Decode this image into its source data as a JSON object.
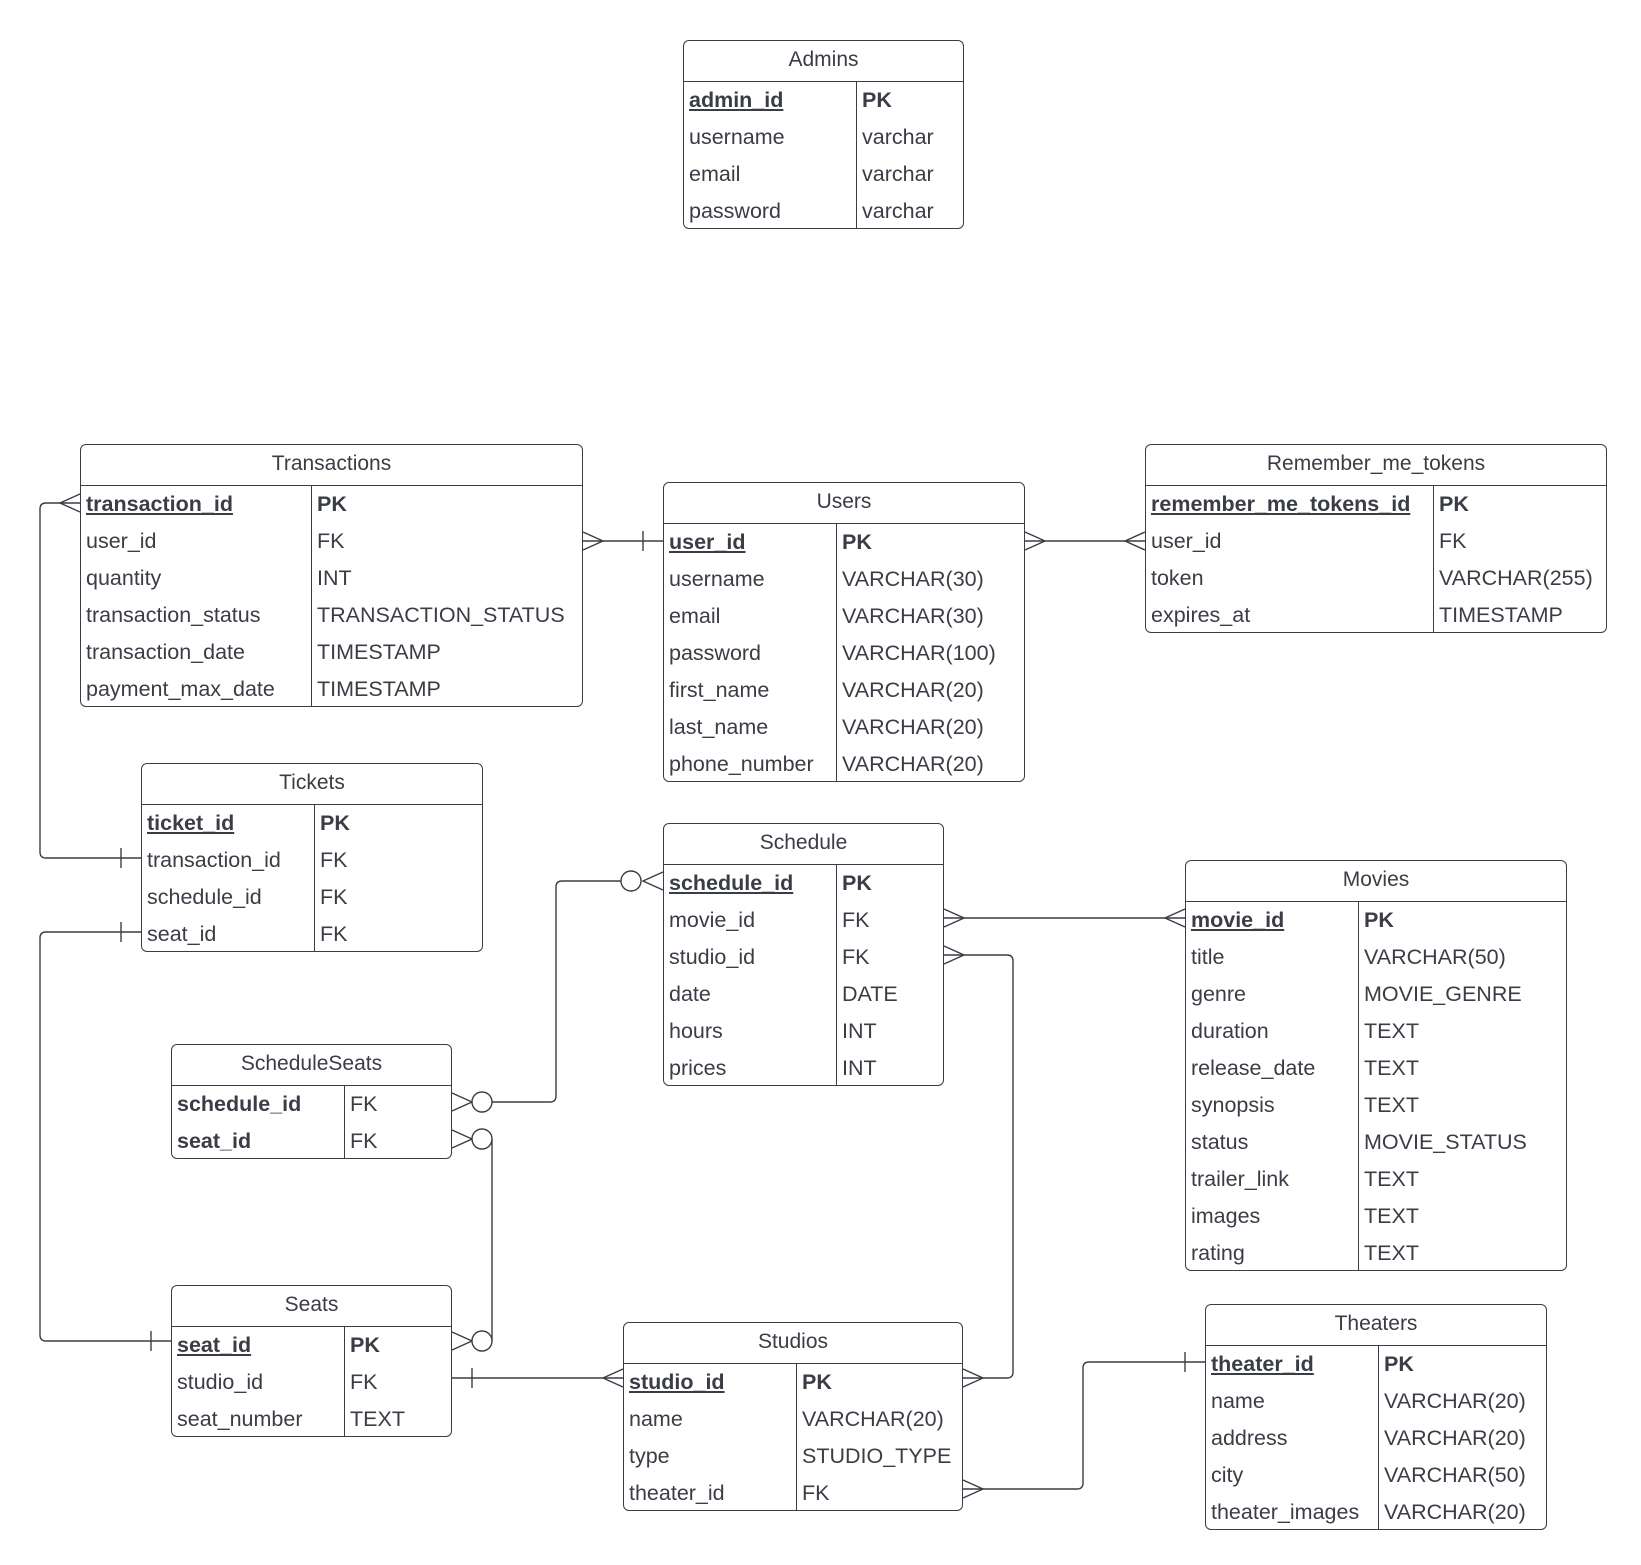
{
  "entities": {
    "admins": {
      "title": "Admins",
      "rows": [
        {
          "name": "admin_id",
          "type": "PK"
        },
        {
          "name": "username",
          "type": "varchar"
        },
        {
          "name": "email",
          "type": "varchar"
        },
        {
          "name": "password",
          "type": "varchar"
        }
      ]
    },
    "transactions": {
      "title": "Transactions",
      "rows": [
        {
          "name": "transaction_id",
          "type": "PK"
        },
        {
          "name": "user_id",
          "type": "FK"
        },
        {
          "name": "quantity",
          "type": "INT"
        },
        {
          "name": "transaction_status",
          "type": "TRANSACTION_STATUS"
        },
        {
          "name": "transaction_date",
          "type": "TIMESTAMP"
        },
        {
          "name": "payment_max_date",
          "type": "TIMESTAMP"
        }
      ]
    },
    "users": {
      "title": "Users",
      "rows": [
        {
          "name": "user_id",
          "type": "PK"
        },
        {
          "name": "username",
          "type": "VARCHAR(30)"
        },
        {
          "name": "email",
          "type": "VARCHAR(30)"
        },
        {
          "name": "password",
          "type": "VARCHAR(100)"
        },
        {
          "name": "first_name",
          "type": "VARCHAR(20)"
        },
        {
          "name": "last_name",
          "type": "VARCHAR(20)"
        },
        {
          "name": "phone_number",
          "type": "VARCHAR(20)"
        }
      ]
    },
    "remember_me_tokens": {
      "title": "Remember_me_tokens",
      "rows": [
        {
          "name": "remember_me_tokens_id",
          "type": "PK"
        },
        {
          "name": "user_id",
          "type": "FK"
        },
        {
          "name": "token",
          "type": "VARCHAR(255)"
        },
        {
          "name": "expires_at",
          "type": "TIMESTAMP"
        }
      ]
    },
    "tickets": {
      "title": "Tickets",
      "rows": [
        {
          "name": "ticket_id",
          "type": "PK"
        },
        {
          "name": "transaction_id",
          "type": "FK"
        },
        {
          "name": "schedule_id",
          "type": "FK"
        },
        {
          "name": "seat_id",
          "type": "FK"
        }
      ]
    },
    "schedule": {
      "title": "Schedule",
      "rows": [
        {
          "name": "schedule_id",
          "type": "PK"
        },
        {
          "name": "movie_id",
          "type": "FK"
        },
        {
          "name": "studio_id",
          "type": "FK"
        },
        {
          "name": "date",
          "type": "DATE"
        },
        {
          "name": "hours",
          "type": "INT"
        },
        {
          "name": "prices",
          "type": "INT"
        }
      ]
    },
    "movies": {
      "title": "Movies",
      "rows": [
        {
          "name": "movie_id",
          "type": "PK"
        },
        {
          "name": "title",
          "type": "VARCHAR(50)"
        },
        {
          "name": "genre",
          "type": "MOVIE_GENRE"
        },
        {
          "name": "duration",
          "type": "TEXT"
        },
        {
          "name": "release_date",
          "type": "TEXT"
        },
        {
          "name": "synopsis",
          "type": "TEXT"
        },
        {
          "name": "status",
          "type": "MOVIE_STATUS"
        },
        {
          "name": "trailer_link",
          "type": "TEXT"
        },
        {
          "name": "images",
          "type": "TEXT"
        },
        {
          "name": "rating",
          "type": "TEXT"
        }
      ]
    },
    "schedule_seats": {
      "title": "ScheduleSeats",
      "rows": [
        {
          "name": "schedule_id",
          "type": "FK"
        },
        {
          "name": "seat_id",
          "type": "FK"
        }
      ]
    },
    "seats": {
      "title": "Seats",
      "rows": [
        {
          "name": "seat_id",
          "type": "PK"
        },
        {
          "name": "studio_id",
          "type": "FK"
        },
        {
          "name": "seat_number",
          "type": "TEXT"
        }
      ]
    },
    "studios": {
      "title": "Studios",
      "rows": [
        {
          "name": "studio_id",
          "type": "PK"
        },
        {
          "name": "name",
          "type": "VARCHAR(20)"
        },
        {
          "name": "type",
          "type": "STUDIO_TYPE"
        },
        {
          "name": "theater_id",
          "type": "FK"
        }
      ]
    },
    "theaters": {
      "title": "Theaters",
      "rows": [
        {
          "name": "theater_id",
          "type": "PK"
        },
        {
          "name": "name",
          "type": "VARCHAR(20)"
        },
        {
          "name": "address",
          "type": "VARCHAR(20)"
        },
        {
          "name": "city",
          "type": "VARCHAR(50)"
        },
        {
          "name": "theater_images",
          "type": "VARCHAR(20)"
        }
      ]
    }
  },
  "relationships": [
    {
      "from": "Transactions.user_id",
      "to": "Users.user_id",
      "cardinality": "many-to-one"
    },
    {
      "from": "Remember_me_tokens.user_id",
      "to": "Users.user_id",
      "cardinality": "many-to-many-notation"
    },
    {
      "from": "Tickets.transaction_id",
      "to": "Transactions.transaction_id",
      "cardinality": "one-to-many"
    },
    {
      "from": "Tickets.seat_id",
      "to": "Seats.seat_id",
      "cardinality": "one-to-one"
    },
    {
      "from": "ScheduleSeats.schedule_id",
      "to": "Schedule.schedule_id",
      "cardinality": "zero-or-many-to-zero-or-many"
    },
    {
      "from": "ScheduleSeats.seat_id",
      "to": "Seats.seat_id",
      "cardinality": "zero-or-many-to-zero-or-many"
    },
    {
      "from": "Schedule.movie_id",
      "to": "Movies.movie_id",
      "cardinality": "many-to-many-notation"
    },
    {
      "from": "Schedule.studio_id",
      "to": "Studios.studio_id",
      "cardinality": "many-to-many-notation"
    },
    {
      "from": "Seats.studio_id",
      "to": "Studios.studio_id",
      "cardinality": "one-to-many"
    },
    {
      "from": "Studios.theater_id",
      "to": "Theaters.theater_id",
      "cardinality": "many-to-one"
    }
  ]
}
